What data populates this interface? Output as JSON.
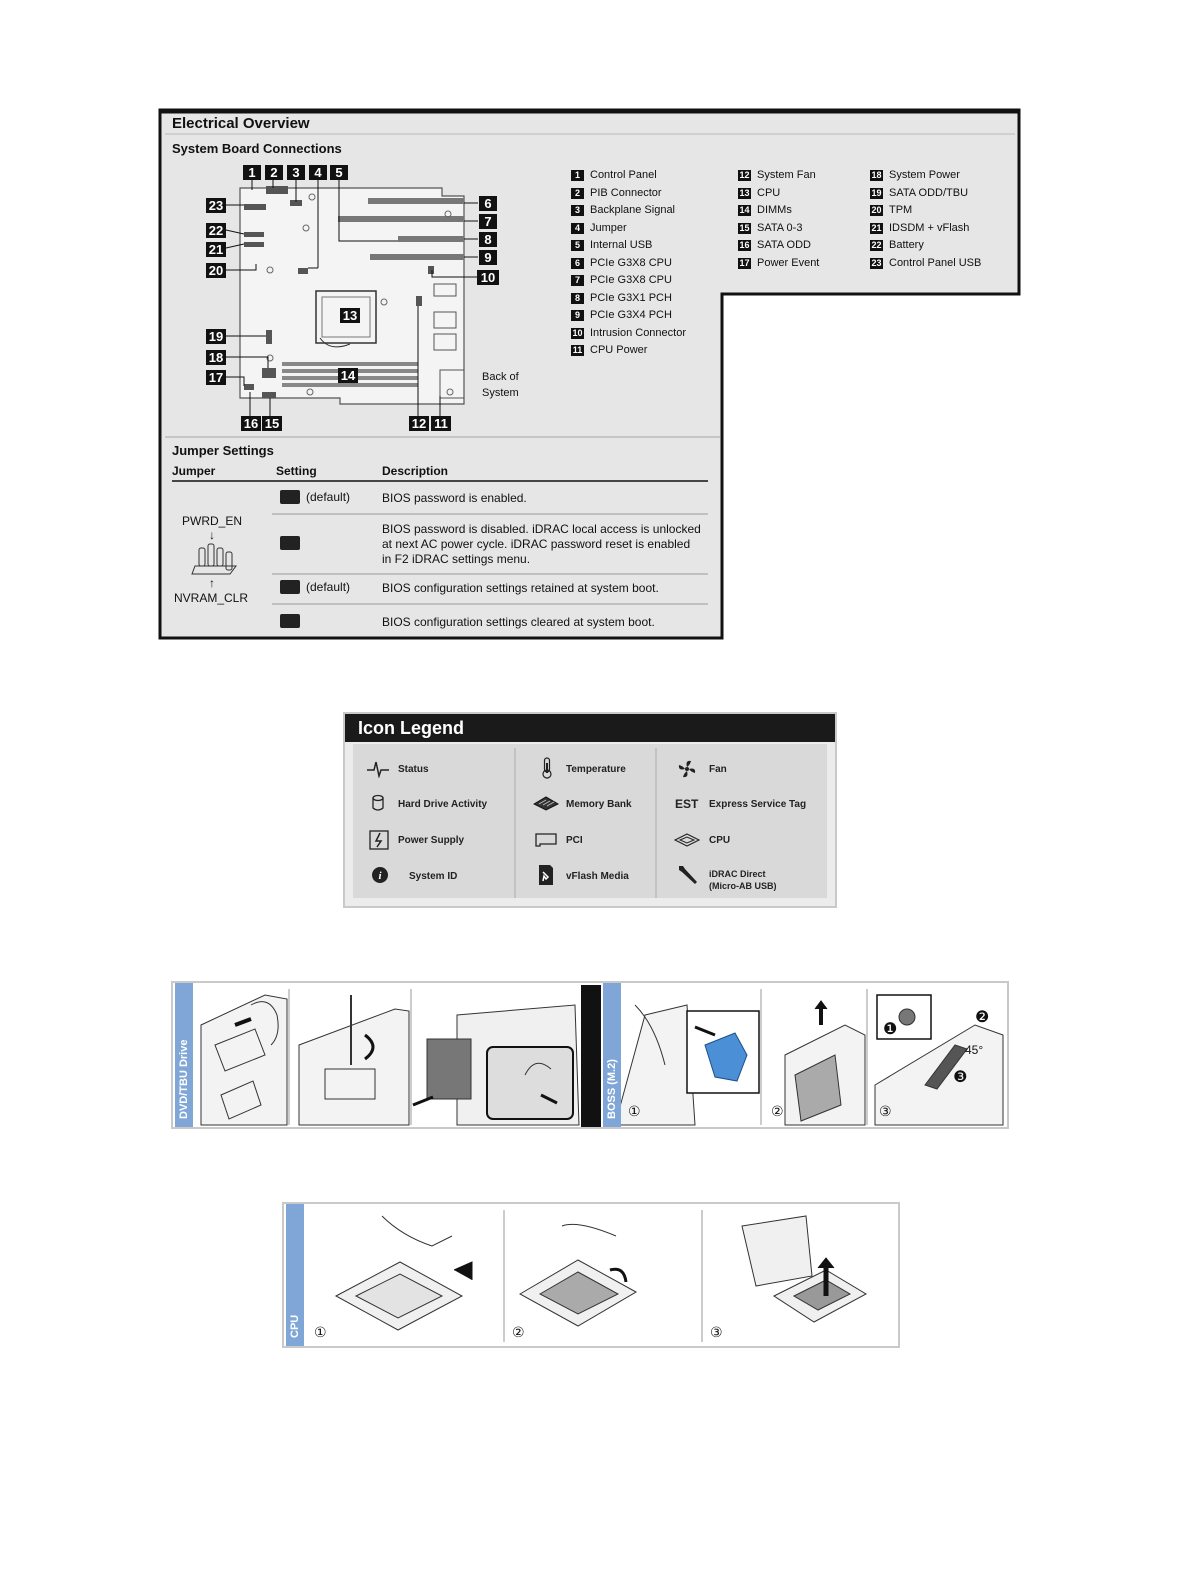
{
  "electrical_overview": {
    "title": "Electrical Overview",
    "connections_title": "System Board Connections",
    "back_label_1": "Back of",
    "back_label_2": "System",
    "legend": [
      {
        "num": "1",
        "label": "Control Panel"
      },
      {
        "num": "2",
        "label": "PIB Connector"
      },
      {
        "num": "3",
        "label": "Backplane Signal"
      },
      {
        "num": "4",
        "label": "Jumper"
      },
      {
        "num": "5",
        "label": "Internal USB"
      },
      {
        "num": "6",
        "label": "PCIe G3X8 CPU"
      },
      {
        "num": "7",
        "label": "PCIe G3X8 CPU"
      },
      {
        "num": "8",
        "label": "PCIe G3X1 PCH"
      },
      {
        "num": "9",
        "label": "PCIe G3X4 PCH"
      },
      {
        "num": "10",
        "label": "Intrusion Connector"
      },
      {
        "num": "11",
        "label": "CPU Power"
      },
      {
        "num": "12",
        "label": "System Fan"
      },
      {
        "num": "13",
        "label": "CPU"
      },
      {
        "num": "14",
        "label": "DIMMs"
      },
      {
        "num": "15",
        "label": "SATA 0-3"
      },
      {
        "num": "16",
        "label": "SATA ODD"
      },
      {
        "num": "17",
        "label": "Power Event"
      },
      {
        "num": "18",
        "label": "System Power"
      },
      {
        "num": "19",
        "label": "SATA ODD/TBU"
      },
      {
        "num": "20",
        "label": "TPM"
      },
      {
        "num": "21",
        "label": "IDSDM + vFlash"
      },
      {
        "num": "22",
        "label": "Battery"
      },
      {
        "num": "23",
        "label": "Control Panel USB"
      }
    ],
    "callouts": [
      "1",
      "2",
      "3",
      "4",
      "5",
      "6",
      "7",
      "8",
      "9",
      "10",
      "11",
      "12",
      "13",
      "14",
      "15",
      "16",
      "17",
      "18",
      "19",
      "20",
      "21",
      "22",
      "23"
    ]
  },
  "jumper_settings": {
    "title": "Jumper Settings",
    "col_jumper": "Jumper",
    "col_setting": "Setting",
    "col_description": "Description",
    "jumper_top": "PWRD_EN",
    "jumper_bottom": "NVRAM_CLR",
    "arrow_down": "↓",
    "arrow_up": "↑",
    "rows": [
      {
        "setting": "(default)",
        "description": "BIOS password is enabled."
      },
      {
        "setting": "",
        "description_lines": [
          "BIOS password is disabled. iDRAC local access is unlocked",
          "at next AC power cycle. iDRAC password reset is enabled",
          "in F2 iDRAC settings menu."
        ]
      },
      {
        "setting": "(default)",
        "description": "BIOS configuration settings retained at system boot."
      },
      {
        "setting": "",
        "description": "BIOS configuration settings cleared at system boot."
      }
    ]
  },
  "icon_legend": {
    "title": "Icon Legend",
    "items": [
      {
        "icon": "status-icon",
        "label": "Status"
      },
      {
        "icon": "hard-drive-icon",
        "label": "Hard Drive Activity"
      },
      {
        "icon": "power-supply-icon",
        "label": "Power Supply"
      },
      {
        "icon": "system-id-icon",
        "label": "System ID"
      },
      {
        "icon": "temperature-icon",
        "label": "Temperature"
      },
      {
        "icon": "memory-bank-icon",
        "label": "Memory Bank"
      },
      {
        "icon": "pci-icon",
        "label": "PCI"
      },
      {
        "icon": "vflash-icon",
        "label": "vFlash Media"
      },
      {
        "icon": "fan-icon",
        "label": "Fan"
      },
      {
        "icon": "est-icon",
        "label": "Express Service Tag",
        "glyph": "EST"
      },
      {
        "icon": "cpu-icon",
        "label": "CPU"
      },
      {
        "icon": "idrac-direct-icon",
        "label": "iDRAC Direct",
        "label2": "(Micro-AB USB)"
      }
    ]
  },
  "strips": {
    "dvd_tab": "DVD/TBU Drive",
    "boss_tab": "BOSS (M.2)",
    "cpu_tab": "CPU",
    "boss_angle": "45°",
    "steps": [
      "①",
      "②",
      "③"
    ],
    "boss_callouts": [
      "❶",
      "❷",
      "❸"
    ]
  }
}
